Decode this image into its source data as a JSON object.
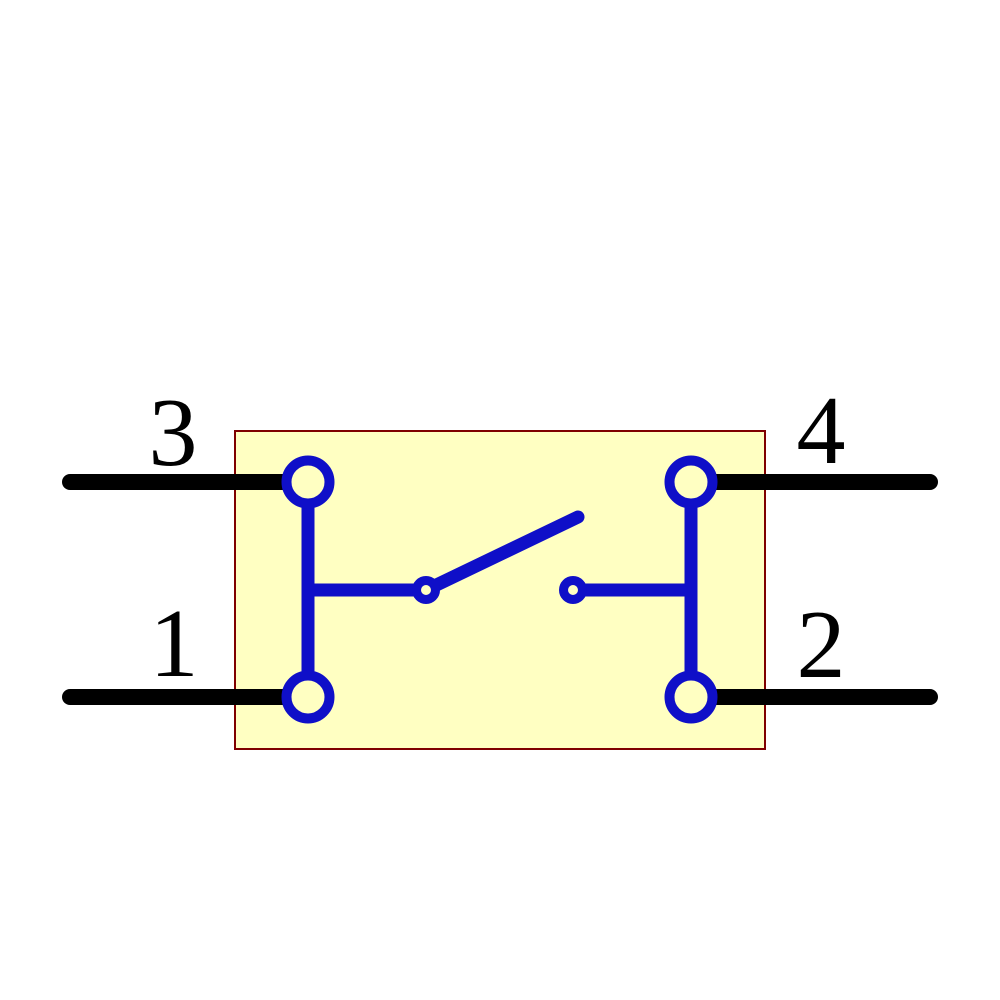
{
  "diagram": {
    "kind": "schematic-symbol",
    "component": "4-pin switch, contacts open",
    "switch_state": "open",
    "pins": [
      {
        "number": "3",
        "side": "left",
        "row": "top"
      },
      {
        "number": "1",
        "side": "left",
        "row": "bottom"
      },
      {
        "number": "4",
        "side": "right",
        "row": "top"
      },
      {
        "number": "2",
        "side": "right",
        "row": "bottom"
      }
    ]
  },
  "colors": {
    "page_bg": "#FFFFFF",
    "body_fill": "#FFFFC2",
    "body_border": "#7F0000",
    "symbol_blue": "#0F0FC8",
    "lead_black": "#000000",
    "label_black": "#000000"
  }
}
